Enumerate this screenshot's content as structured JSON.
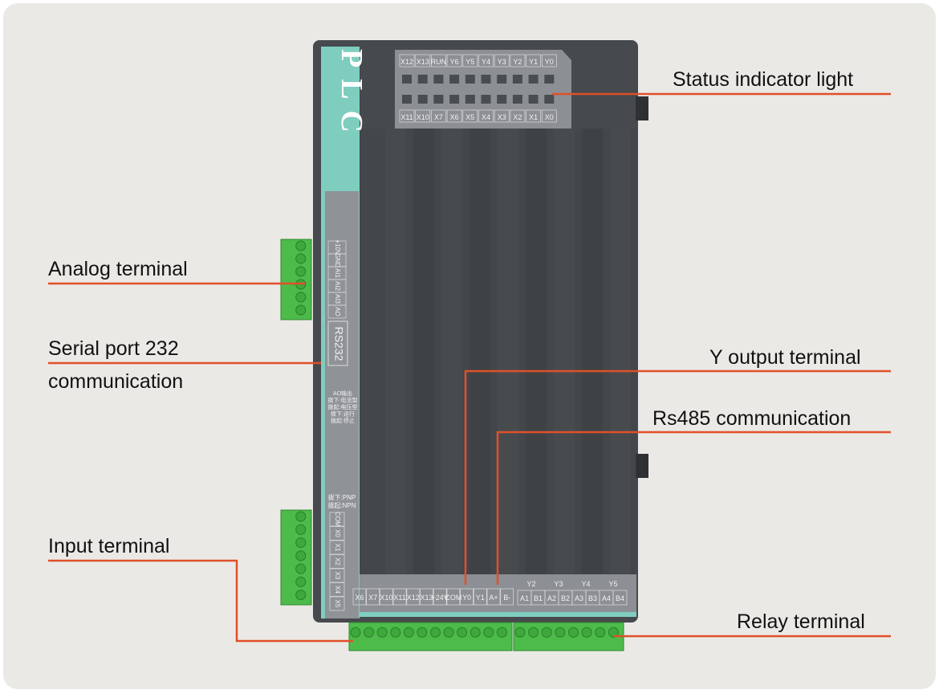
{
  "device": {
    "brand_text": "PLC",
    "led_top_labels": [
      "X12",
      "X13",
      "RUN",
      "Y6",
      "Y5",
      "Y4",
      "Y3",
      "Y2",
      "Y1",
      "Y0"
    ],
    "led_bottom_labels": [
      "X11",
      "X10",
      "X7",
      "X6",
      "X5",
      "X4",
      "X3",
      "X2",
      "X1",
      "X0"
    ],
    "analog_labels": [
      "+10V",
      "GND",
      "AI1",
      "AI2",
      "AI3",
      "AO"
    ],
    "serial_label": "RS232",
    "switch_labels": [
      "AO输出",
      "拨下:电流型",
      "拨起:电压型",
      "拨下:运行",
      "拨起:停止"
    ],
    "pnp_labels": [
      "拨下:PNP",
      "拨起:NPN"
    ],
    "input_side_labels": [
      "COM",
      "X0",
      "X1",
      "X2",
      "X3",
      "X4",
      "X5"
    ],
    "bottom_labels": [
      "X6",
      "X7",
      "X10",
      "X11",
      "X12",
      "X13",
      "+24V",
      "COM",
      "Y0",
      "Y1",
      "A+",
      "B-"
    ],
    "relay_groups": [
      "Y2",
      "Y3",
      "Y4",
      "Y5"
    ],
    "relay_labels": [
      "A1",
      "B1",
      "A2",
      "B2",
      "A3",
      "B3",
      "A4",
      "B4"
    ]
  },
  "callouts": {
    "status": "Status indicator light",
    "analog": "Analog terminal",
    "serial_line1": "Serial port 232",
    "serial_line2": "communication",
    "y_output": "Y output terminal",
    "rs485": "Rs485 communication",
    "input": "Input terminal",
    "relay": "Relay terminal"
  },
  "colors": {
    "leader_line": "#e0502a",
    "body": "#46494d",
    "accent_strip": "#7fcdbf",
    "terminal": "#4cbb4a"
  }
}
